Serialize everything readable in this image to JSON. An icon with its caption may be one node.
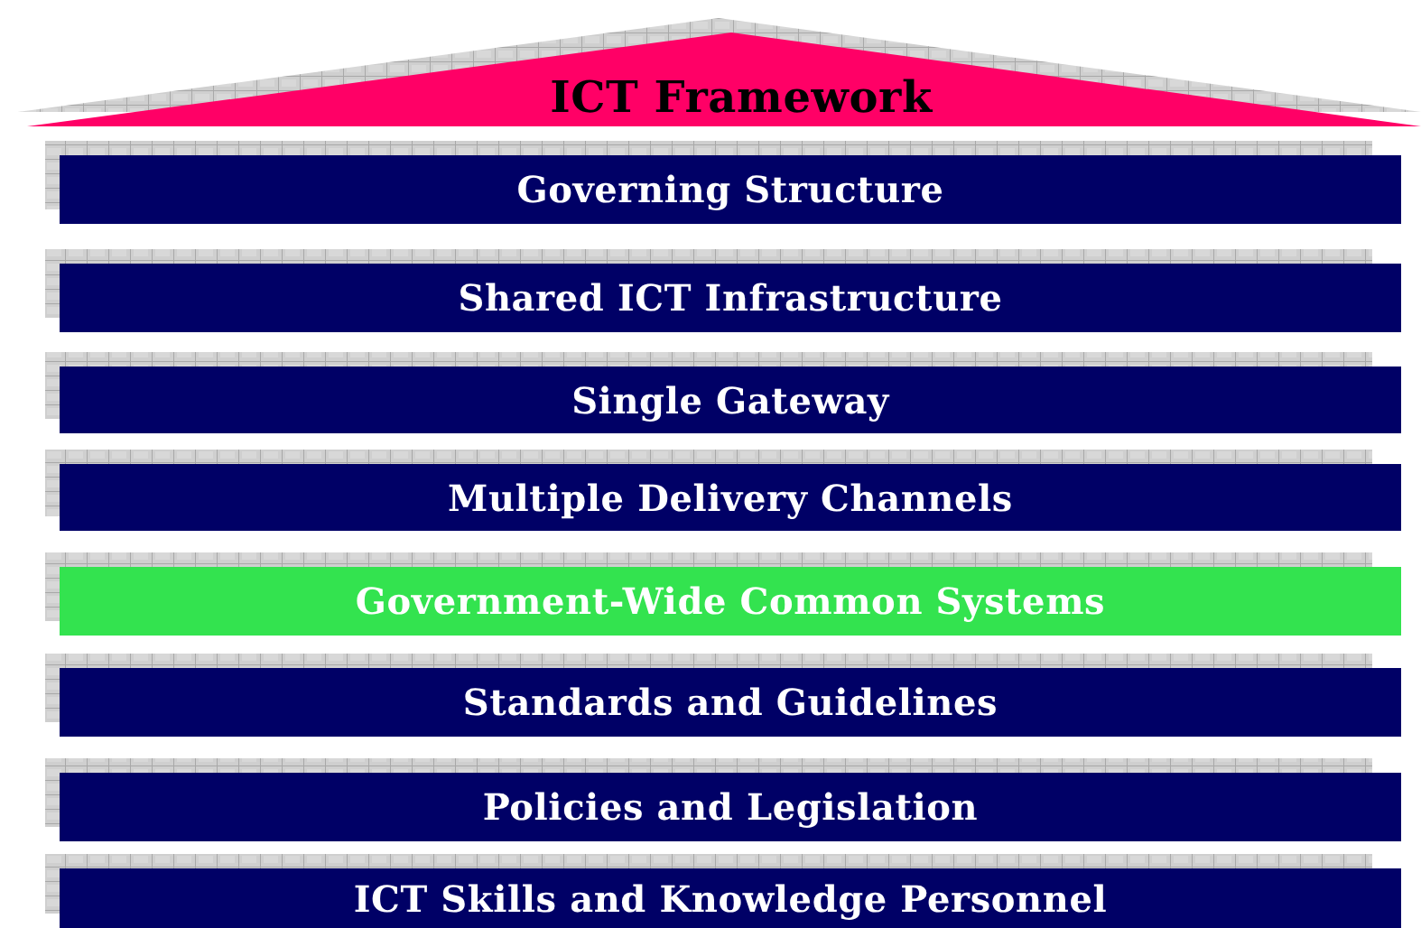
{
  "diagram": {
    "nodes": [
      {
        "text": [
          "ICT Framework"
        ]
      },
      {
        "text": [
          "Governing Structure"
        ]
      },
      {
        "text": [
          "Shared ICT Infrastructure"
        ]
      },
      {
        "text": [
          "Single Gateway"
        ]
      },
      {
        "text": [
          "Multiple Delivery Channels"
        ]
      },
      {
        "text": [
          "Government-Wide Common Systems"
        ]
      },
      {
        "text": [
          "Standards and Guidelines"
        ]
      },
      {
        "text": [
          "Policies and Legislation"
        ]
      },
      {
        "text": [
          "ICT Skills and Knowledge Personnel"
        ]
      }
    ]
  }
}
